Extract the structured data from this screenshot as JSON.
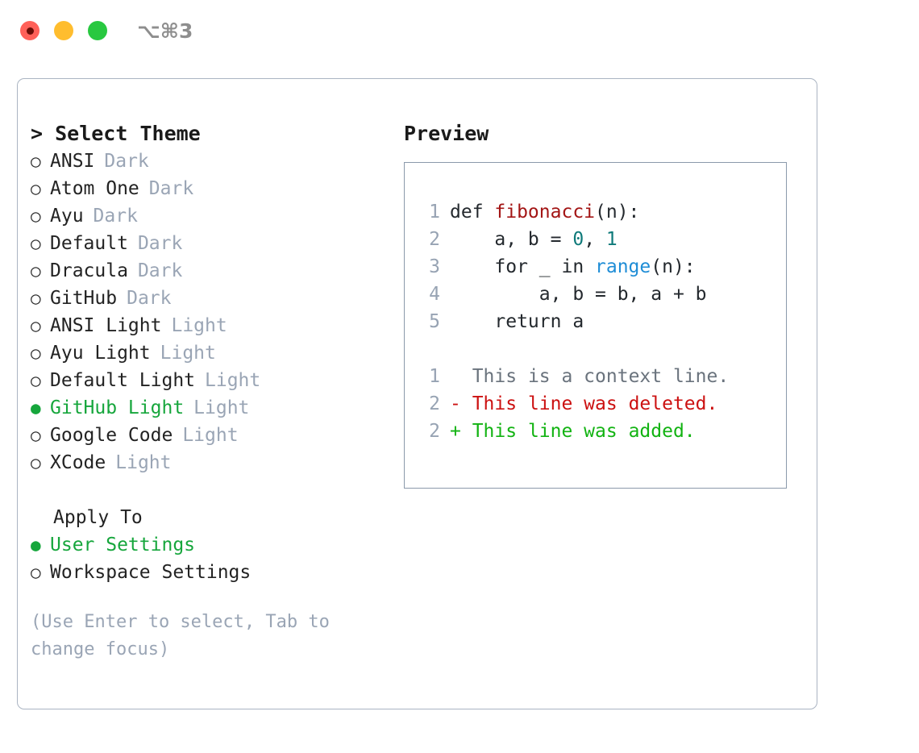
{
  "titlebar": {
    "shortcut": "⌥⌘3",
    "buttons": [
      {
        "name": "close",
        "color": "#ff6058"
      },
      {
        "name": "minimize",
        "color": "#ffbd2e"
      },
      {
        "name": "maximize",
        "color": "#28c840"
      }
    ]
  },
  "theme_picker": {
    "heading": "> Select Theme",
    "selected_bullet": "●",
    "unselected_bullet": "○",
    "items": [
      {
        "label": "ANSI",
        "tag": "Dark",
        "selected": false
      },
      {
        "label": "Atom One",
        "tag": "Dark",
        "selected": false
      },
      {
        "label": "Ayu",
        "tag": "Dark",
        "selected": false
      },
      {
        "label": "Default",
        "tag": "Dark",
        "selected": false
      },
      {
        "label": "Dracula",
        "tag": "Dark",
        "selected": false
      },
      {
        "label": "GitHub",
        "tag": "Dark",
        "selected": false
      },
      {
        "label": "ANSI Light",
        "tag": "Light",
        "selected": false
      },
      {
        "label": "Ayu Light",
        "tag": "Light",
        "selected": false
      },
      {
        "label": "Default Light",
        "tag": "Light",
        "selected": false
      },
      {
        "label": "GitHub Light",
        "tag": "Light",
        "selected": true
      },
      {
        "label": "Google Code",
        "tag": "Light",
        "selected": false
      },
      {
        "label": "XCode",
        "tag": "Light",
        "selected": false
      }
    ]
  },
  "apply_to": {
    "heading": "Apply To",
    "options": [
      {
        "label": "User Settings",
        "selected": true
      },
      {
        "label": "Workspace Settings",
        "selected": false
      }
    ]
  },
  "hint": "(Use Enter to select, Tab to change focus)",
  "preview": {
    "heading": "Preview",
    "code_lines": [
      {
        "num": "1",
        "tokens": [
          {
            "text": "def ",
            "kind": "plain"
          },
          {
            "text": "fibonacci",
            "kind": "fn"
          },
          {
            "text": "(n):",
            "kind": "plain"
          }
        ]
      },
      {
        "num": "2",
        "tokens": [
          {
            "text": "    a, b = ",
            "kind": "plain"
          },
          {
            "text": "0",
            "kind": "num"
          },
          {
            "text": ", ",
            "kind": "plain"
          },
          {
            "text": "1",
            "kind": "num"
          }
        ]
      },
      {
        "num": "3",
        "tokens": [
          {
            "text": "    for _ in ",
            "kind": "plain"
          },
          {
            "text": "range",
            "kind": "builtin"
          },
          {
            "text": "(n):",
            "kind": "plain"
          }
        ]
      },
      {
        "num": "4",
        "tokens": [
          {
            "text": "        a, b = b, a + b",
            "kind": "plain"
          }
        ]
      },
      {
        "num": "5",
        "tokens": [
          {
            "text": "    return a",
            "kind": "plain"
          }
        ]
      }
    ],
    "diff_lines": [
      {
        "num": "1",
        "marker": "  ",
        "text": "This is a context line.",
        "kind": "ctx"
      },
      {
        "num": "2",
        "marker": "- ",
        "text": "This line was deleted.",
        "kind": "del"
      },
      {
        "num": "2",
        "marker": "+ ",
        "text": "This line was added.",
        "kind": "add"
      }
    ]
  },
  "colors": {
    "accent_green": "#16a63c",
    "muted": "#9aa5b5",
    "panel_border": "#aab4c2",
    "preview_border": "#8b99ab",
    "syntax_function": "#a31515",
    "syntax_number": "#0f7a7a",
    "syntax_builtin": "#1f8dd6",
    "diff_added": "#12b312",
    "diff_deleted": "#cc1111",
    "diff_context": "#6a737d"
  }
}
